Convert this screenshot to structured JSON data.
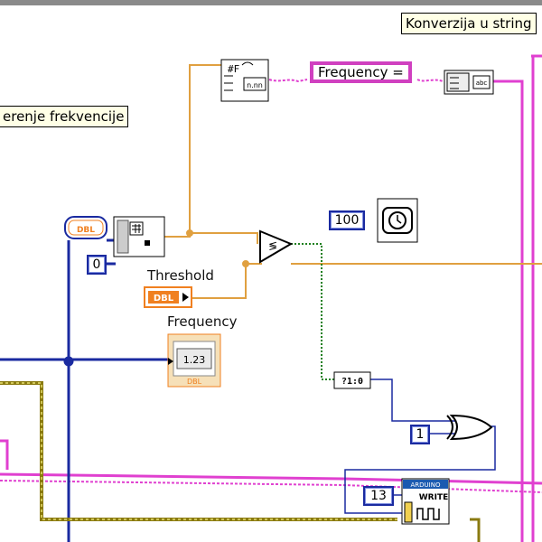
{
  "labels": {
    "conversion_comment": "Konverzija u string",
    "freq_comment": "erenje frekvencije"
  },
  "constants": {
    "frequency_string": "Frequency =",
    "wait_ms": "100",
    "index": "0",
    "xor_input": "1",
    "pin": "13"
  },
  "terminals": {
    "threshold_label": "Threshold",
    "threshold_type": "DBL",
    "frequency_label": "Frequency",
    "frequency_value": "1.23",
    "frequency_type": "DBL"
  },
  "nodes": {
    "bool_to_int": "?1:0",
    "array_type": "DBL",
    "format_code": "n.nn",
    "arduino_brand": "ARDUINO",
    "arduino_write": "WRITE",
    "concat_glyph": "abc"
  },
  "colors": {
    "double_wire": "#f08020",
    "string_wire": "#e040d0",
    "int_wire": "#1a2aa0",
    "bool_wire": "#208020",
    "cluster_wire": "#8a7a10"
  }
}
